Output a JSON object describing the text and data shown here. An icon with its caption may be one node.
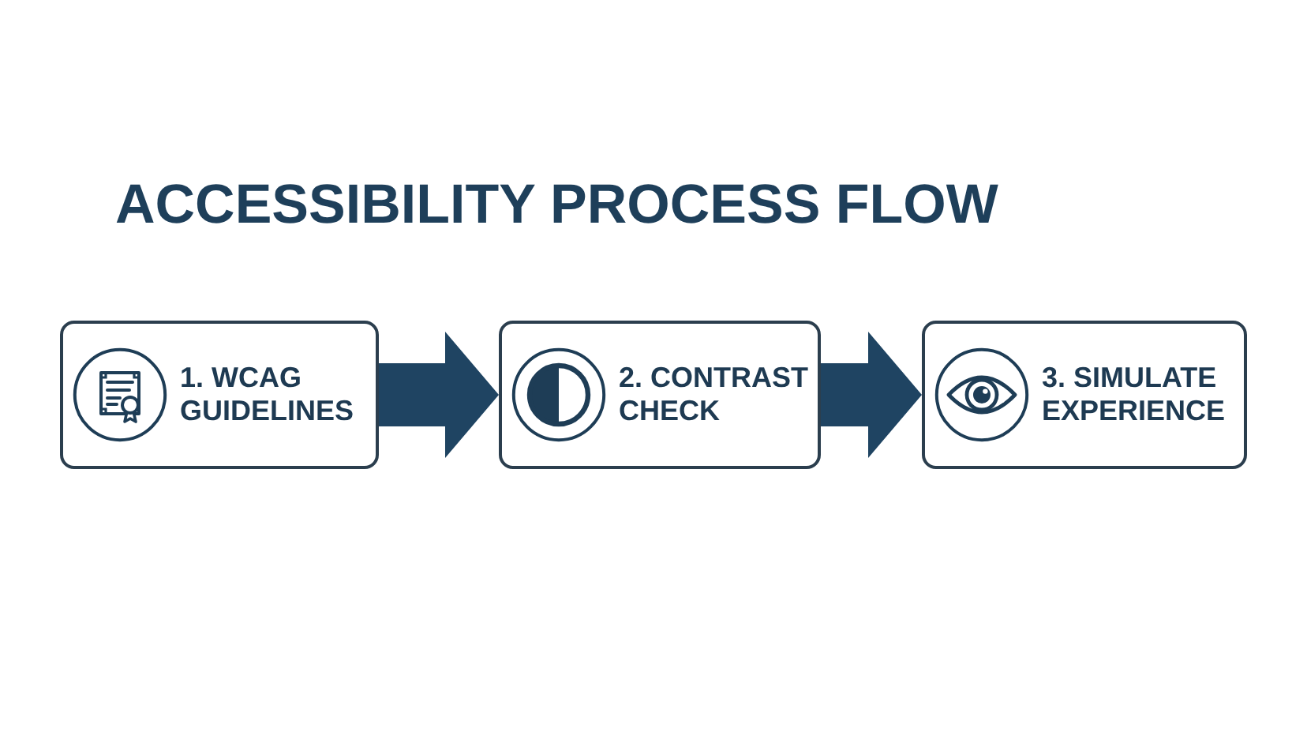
{
  "diagram": {
    "title": "ACCESSIBILITY PROCESS FLOW",
    "nodes": [
      {
        "text": [
          "1. WCAG GUIDELINES"
        ]
      },
      {
        "text": [
          "2. CONTRAST CHECK"
        ]
      },
      {
        "text": [
          "3. SIMULATE EXPERIENCE"
        ]
      }
    ],
    "edges": [
      {
        "from": 0,
        "to": 1,
        "arrow": "to"
      },
      {
        "from": 1,
        "to": 2,
        "arrow": "to"
      }
    ]
  }
}
